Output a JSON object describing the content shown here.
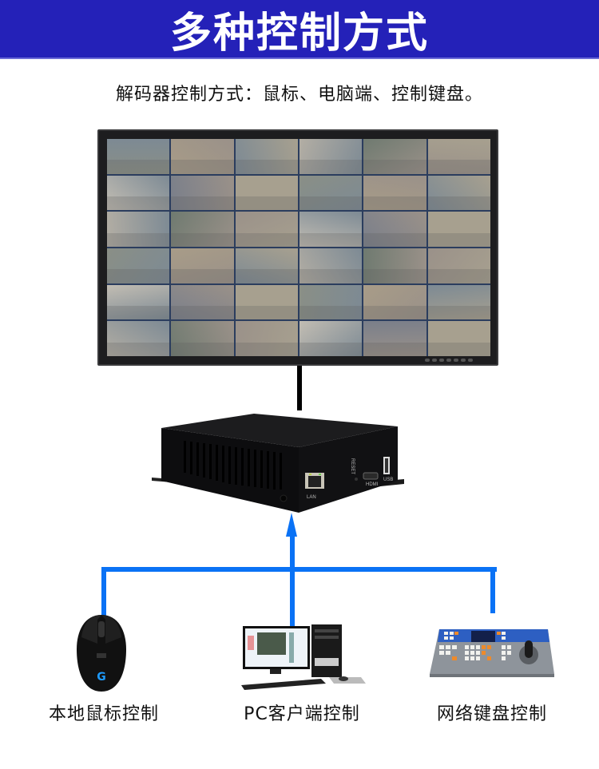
{
  "header": {
    "title": "多种控制方式",
    "background_color": "#2421b8"
  },
  "subtitle": "解码器控制方式：鼠标、电脑端、控制键盘。",
  "monitor": {
    "description": "video wall monitor showing 6x6 camera grid",
    "grid_rows": 6,
    "grid_cols": 6
  },
  "decoder": {
    "ports": {
      "lan": "LAN",
      "reset": "RESET",
      "lan_led": "LAN",
      "hdmi": "HDMI",
      "usb": "USB"
    }
  },
  "connection": {
    "line_color": "#0a72f5"
  },
  "devices": [
    {
      "id": "mouse",
      "label": "本地鼠标控制",
      "icon": "mouse-icon"
    },
    {
      "id": "pc",
      "label": "PC客户端控制",
      "icon": "desktop-pc-icon"
    },
    {
      "id": "keyboard",
      "label": "网络键盘控制",
      "icon": "control-keyboard-icon"
    }
  ]
}
